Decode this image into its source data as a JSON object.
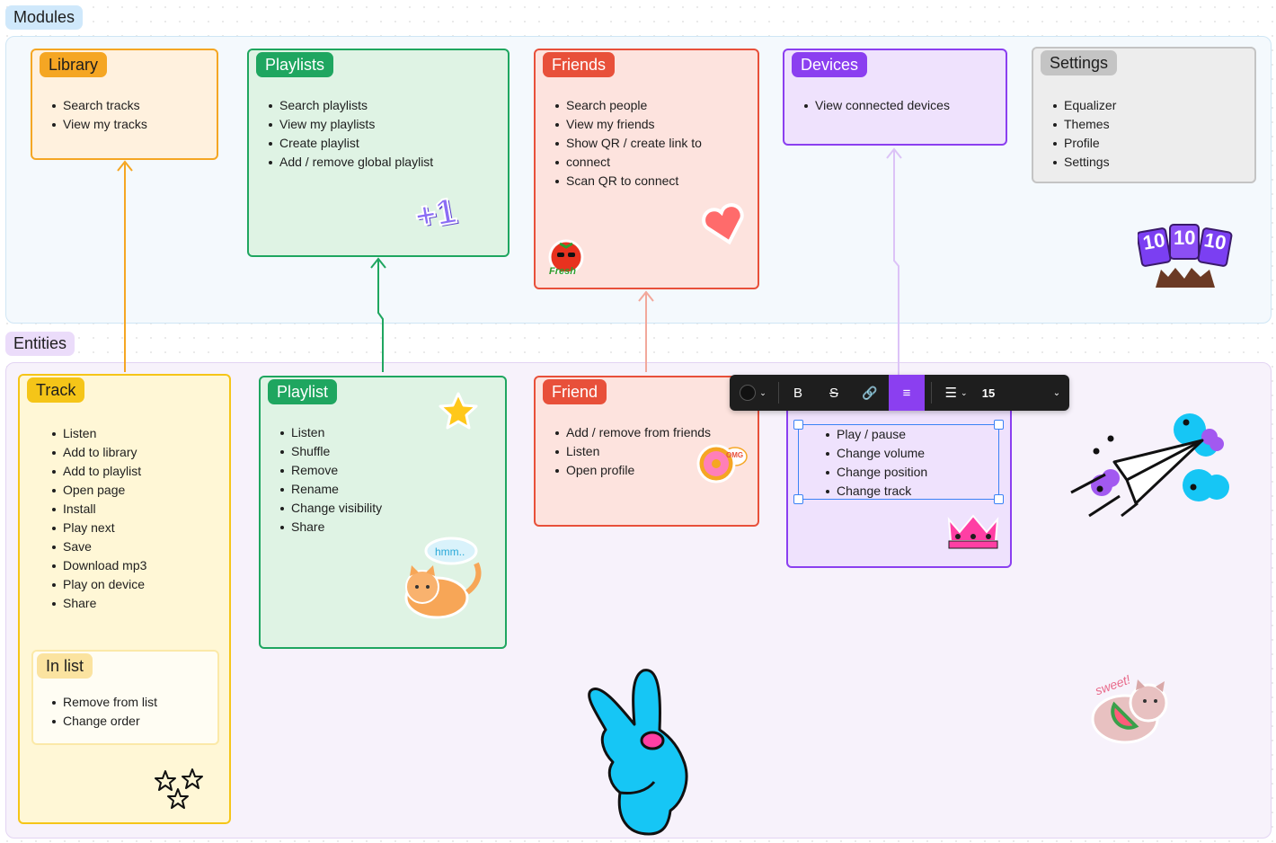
{
  "modules": {
    "label": "Modules",
    "library": {
      "title": "Library",
      "items": [
        "Search tracks",
        "View my tracks"
      ]
    },
    "playlists": {
      "title": "Playlists",
      "items": [
        "Search playlists",
        "View my playlists",
        "Create playlist",
        "Add / remove global playlist"
      ]
    },
    "friends": {
      "title": "Friends",
      "items": [
        "Search people",
        "View my friends",
        "Show QR / create link to",
        "connect",
        "Scan QR to connect"
      ]
    },
    "devices": {
      "title": "Devices",
      "items": [
        "View connected devices"
      ]
    },
    "settings": {
      "title": "Settings",
      "items": [
        "Equalizer",
        "Themes",
        "Profile",
        "Settings"
      ]
    }
  },
  "entities": {
    "label": "Entities",
    "track": {
      "title": "Track",
      "items": [
        "Listen",
        "Add to library",
        "Add to playlist",
        "Open page",
        "Install",
        "Play next",
        "Save",
        "Download mp3",
        "Play on device",
        "Share"
      ]
    },
    "in_list": {
      "title": "In list",
      "items": [
        "Remove from list",
        "Change order"
      ]
    },
    "playlist": {
      "title": "Playlist",
      "items": [
        "Listen",
        "Shuffle",
        "Remove",
        "Rename",
        "Change visibility",
        "Share"
      ]
    },
    "friend": {
      "title": "Friend",
      "items": [
        "Add / remove from friends",
        "Listen",
        "Open profile"
      ]
    },
    "device": {
      "items": [
        "Play / pause",
        "Change volume",
        "Change position",
        "Change track"
      ]
    }
  },
  "stickers": {
    "plus_one": "+1",
    "fresh": "Fresh",
    "omg": "OMG",
    "hmm": "hmm..",
    "sweet": "sweet!",
    "ten": "10"
  },
  "toolbar": {
    "bold_label": "B",
    "font_size": "15"
  },
  "colors": {
    "orange": "#f5a623",
    "green": "#1fa660",
    "red": "#e8503a",
    "purple": "#8b3ff0",
    "gray": "#8c8c8c",
    "blue": "#3b82f6",
    "sky": "#00c8f5"
  }
}
